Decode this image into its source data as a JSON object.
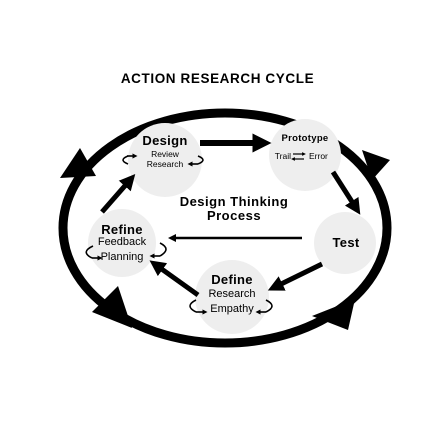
{
  "diagram": {
    "title": "ACTION RESEARCH CYCLE",
    "center": {
      "line1": "Design Thinking",
      "line2": "Process"
    },
    "nodes": {
      "design": {
        "title": "Design",
        "line1": "Review",
        "line2": "Research"
      },
      "prototype": {
        "title": "Prototype",
        "left": "Trail",
        "right": "Error"
      },
      "test": {
        "title": "Test"
      },
      "define": {
        "title": "Define",
        "line1": "Research",
        "line2": "Empathy"
      },
      "refine": {
        "title": "Refine",
        "line1": "Feedback",
        "line2": "Planning"
      }
    },
    "colors": {
      "ink": "#000000",
      "node_fill": "#eeeeee",
      "background": "#ffffff"
    }
  }
}
